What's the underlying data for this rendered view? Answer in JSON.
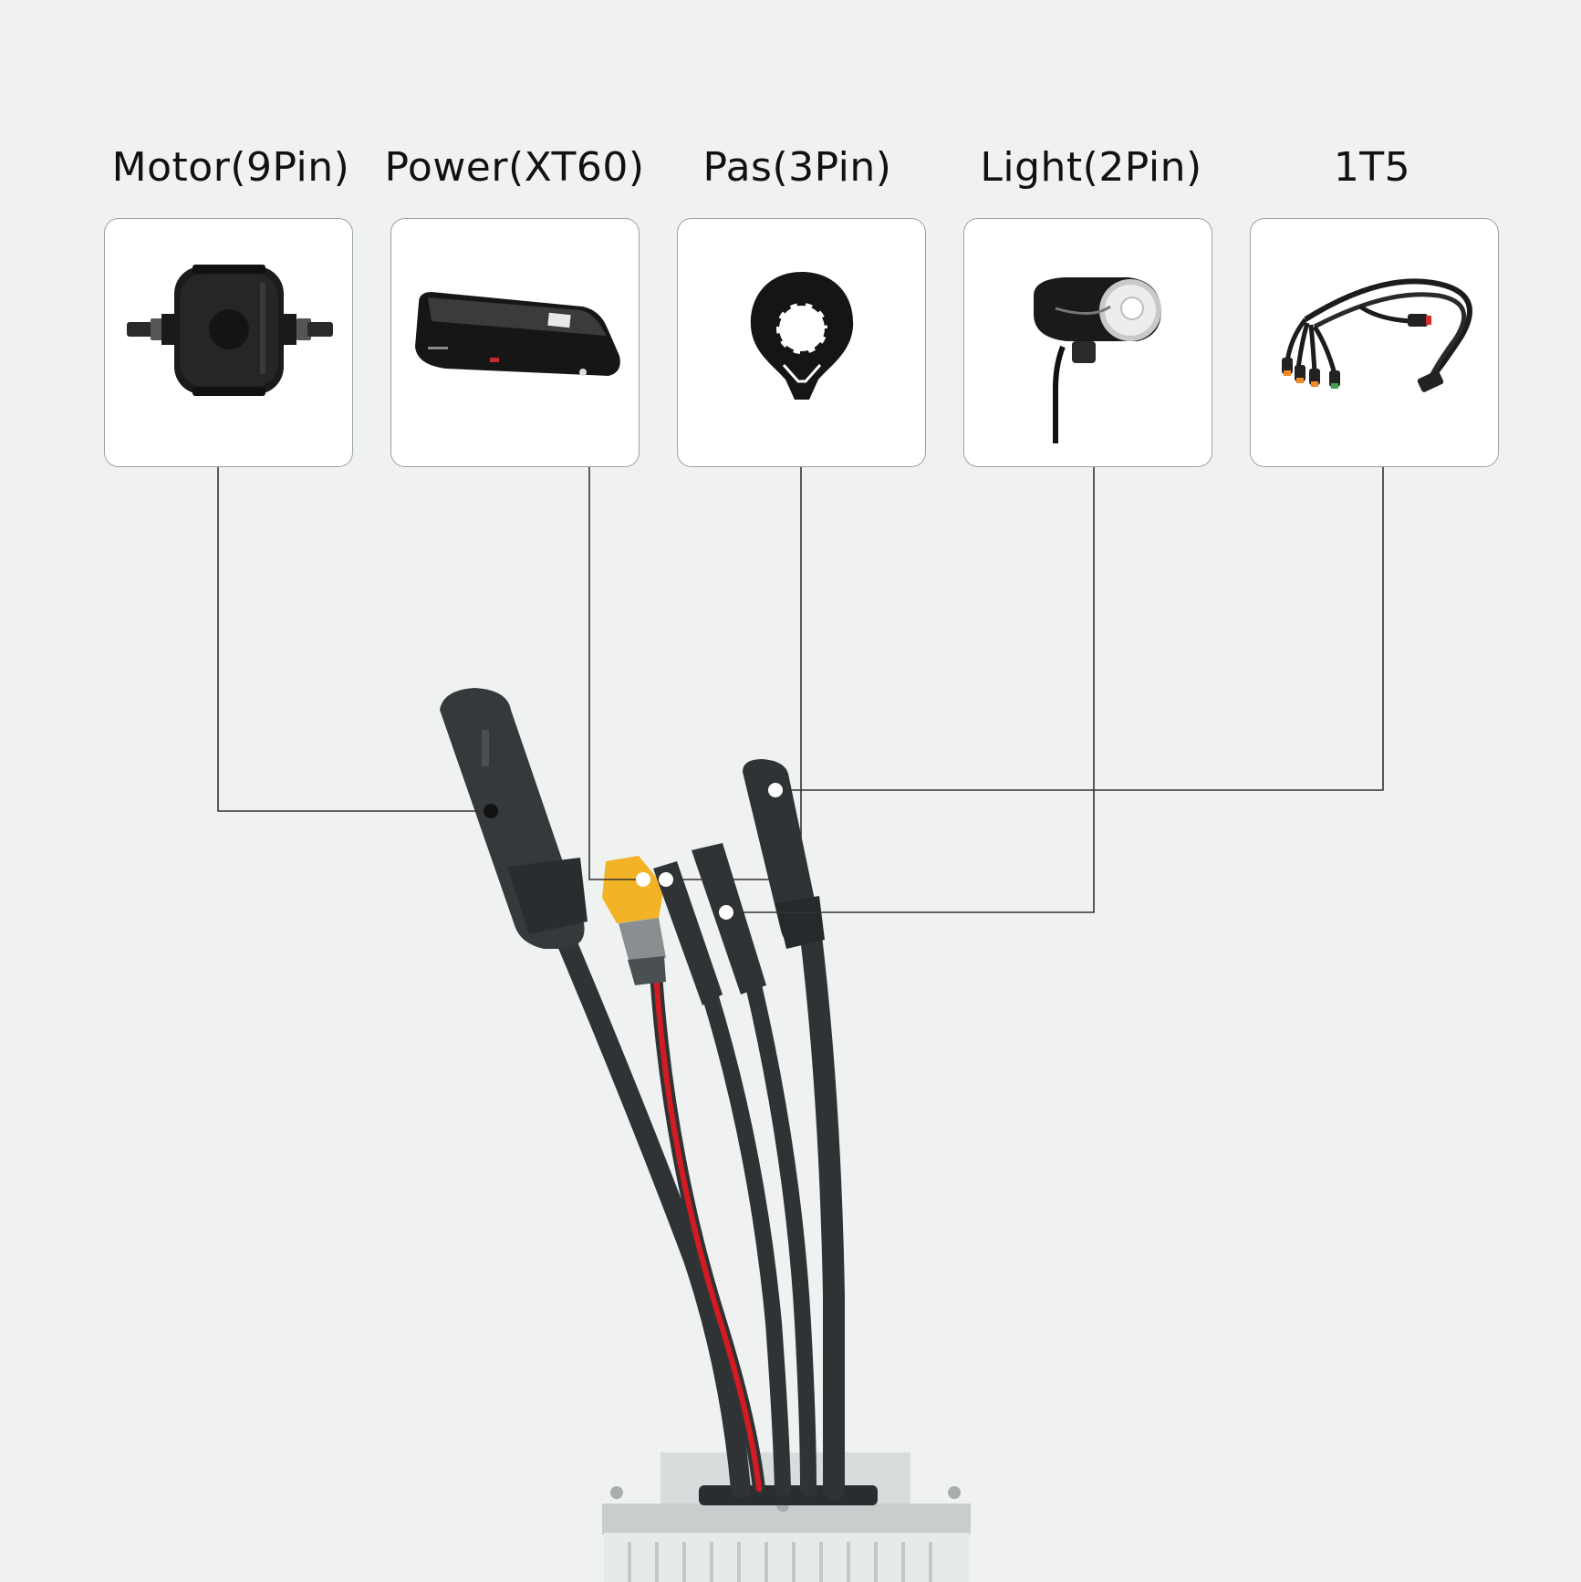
{
  "connectors": [
    {
      "label": "Motor(9Pin)",
      "icon": "hub-motor-icon"
    },
    {
      "label": "Power(XT60)",
      "icon": "battery-icon"
    },
    {
      "label": "Pas(3Pin)",
      "icon": "pas-sensor-icon"
    },
    {
      "label": "Light(2Pin)",
      "icon": "headlight-icon"
    },
    {
      "label": "1T5",
      "icon": "cable-harness-icon"
    }
  ],
  "colors": {
    "background": "#eff2f1",
    "card_border": "#9ea2a2",
    "leader_line": "#333333",
    "cable": "#2f3335",
    "power_wire": "#d51b22",
    "xt60_connector": "#f2b327",
    "connector_orange": "#f08a24"
  }
}
